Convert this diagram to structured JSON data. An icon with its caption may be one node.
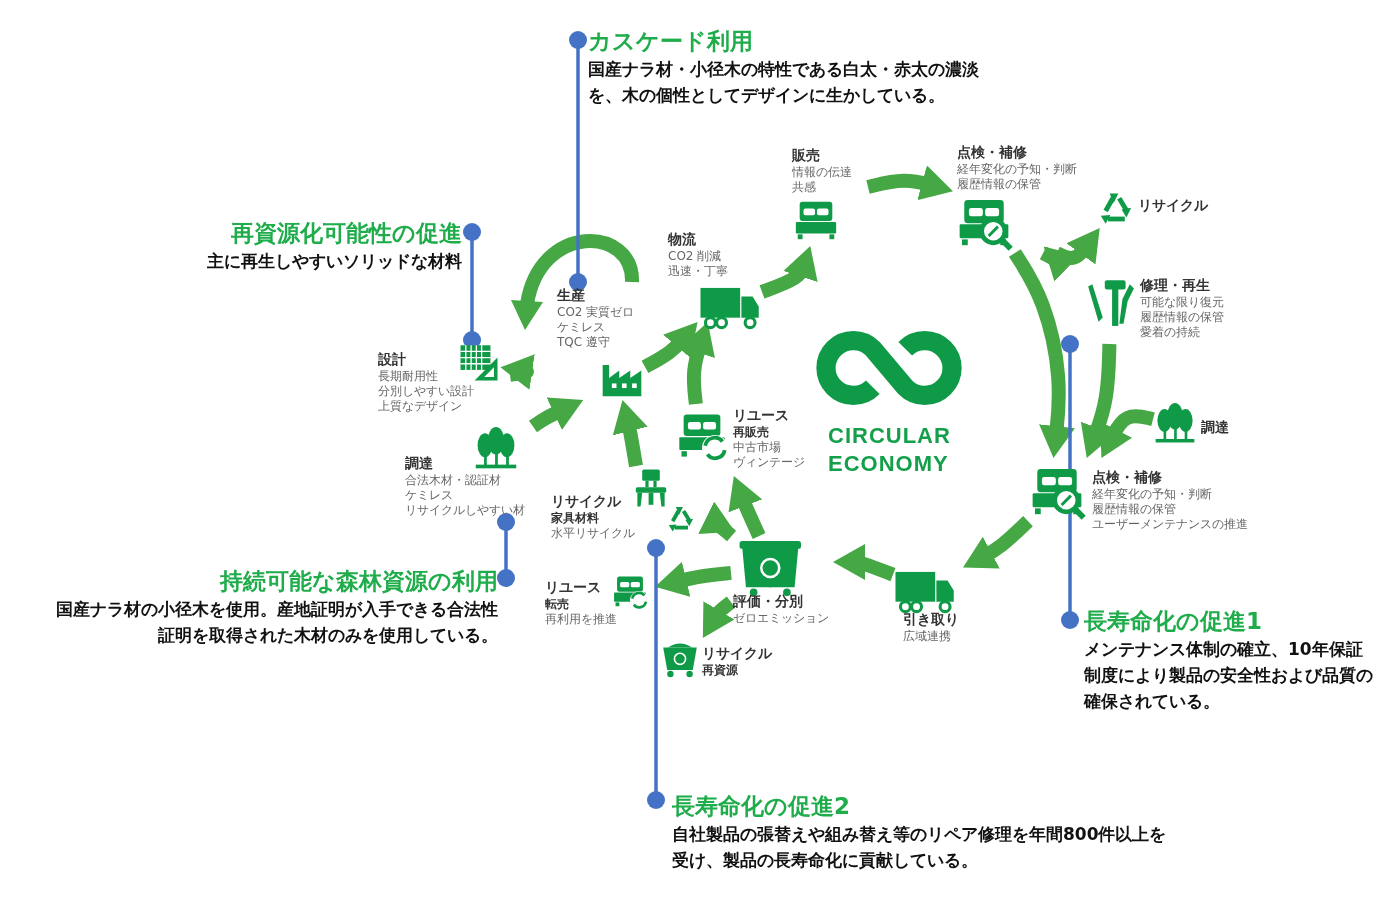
{
  "diagram": {
    "nodes": [
      {
        "text": [
          "カスケード利用",
          "国産ナラ材・小径木の特性である白太・赤太の濃淡を、木の個性としてデザインに生かしている。"
        ]
      },
      {
        "text": [
          "再資源化可能性の促進",
          "主に再生しやすいソリッドな材料"
        ]
      },
      {
        "text": [
          "持続可能な森林資源の利用",
          "国産ナラ材の小径木を使用。産地証明が入手できる合法性証明を取得された木材のみを使用している。"
        ]
      },
      {
        "text": [
          "長寿命化の促進1",
          "メンテナンス体制の確立、10年保証制度により製品の安全性および品質の確保されている。"
        ]
      },
      {
        "text": [
          "長寿命化の促進2",
          "自社製品の張替えや組み替え等のリペア修理を年間800件以上を受け、製品の長寿命化に貢献している。"
        ]
      },
      {
        "text": [
          "設計",
          "長期耐用性",
          "分別しやすい設計",
          "上質なデザイン"
        ]
      },
      {
        "text": [
          "調達",
          "合法木材・認証材",
          "ケミレス",
          "リサイクルしやすい材"
        ]
      },
      {
        "text": [
          "生産",
          "CO2 実質ゼロ",
          "ケミレス",
          "TQC 遵守"
        ]
      },
      {
        "text": [
          "物流",
          "CO2 削減",
          "迅速・丁寧"
        ]
      },
      {
        "text": [
          "販売",
          "情報の伝達",
          "共感"
        ]
      },
      {
        "text": [
          "点検・補修",
          "経年変化の予知・判断",
          "履歴情報の保管"
        ]
      },
      {
        "text": [
          "リサイクル"
        ]
      },
      {
        "text": [
          "修理・再生",
          "可能な限り復元",
          "履歴情報の保管",
          "愛着の持続"
        ]
      },
      {
        "text": [
          "調達"
        ]
      },
      {
        "text": [
          "点検・補修",
          "経年変化の予知・判断",
          "履歴情報の保管",
          "ユーザーメンテナンスの推進"
        ]
      },
      {
        "text": [
          "引き取り",
          "広域連携"
        ]
      },
      {
        "text": [
          "評価・分別",
          "ゼロエミッション"
        ]
      },
      {
        "text": [
          "リユース",
          "転売",
          "再利用を推進"
        ]
      },
      {
        "text": [
          "リサイクル",
          "再資源"
        ]
      },
      {
        "text": [
          "リサイクル",
          "家具材料",
          "水平リサイクル"
        ]
      },
      {
        "text": [
          "リユース",
          "再販売",
          "中古市場",
          "ヴィンテージ"
        ]
      },
      {
        "text": [
          "CIRCULAR ECONOMY"
        ]
      }
    ],
    "edges": [
      {
        "from": 5,
        "to": 7,
        "arrow": "to"
      },
      {
        "from": 6,
        "to": 7,
        "arrow": "to"
      },
      {
        "from": 7,
        "to": 8,
        "arrow": "to"
      },
      {
        "from": 8,
        "to": 9,
        "arrow": "to"
      },
      {
        "from": 9,
        "to": 10,
        "arrow": "to"
      },
      {
        "from": 10,
        "to": 11,
        "arrow": "to"
      },
      {
        "from": 10,
        "to": 12,
        "arrow": "to"
      },
      {
        "from": 10,
        "to": 14,
        "arrow": "to"
      },
      {
        "from": 12,
        "to": 14,
        "arrow": "to"
      },
      {
        "from": 13,
        "to": 14,
        "arrow": "to"
      },
      {
        "from": 14,
        "to": 15,
        "arrow": "to"
      },
      {
        "from": 15,
        "to": 16,
        "arrow": "to"
      },
      {
        "from": 16,
        "to": 20,
        "arrow": "to"
      },
      {
        "from": 16,
        "to": 19,
        "arrow": "to"
      },
      {
        "from": 16,
        "to": 17,
        "arrow": "to"
      },
      {
        "from": 16,
        "to": 18,
        "arrow": "to"
      },
      {
        "from": 20,
        "to": 8,
        "arrow": "to"
      },
      {
        "from": 19,
        "to": 7,
        "arrow": "to"
      },
      {
        "from": 0,
        "to": 7,
        "arrow": "other",
        "color": "#4472c4"
      },
      {
        "from": 1,
        "to": 5,
        "arrow": "other",
        "color": "#4472c4"
      },
      {
        "from": 2,
        "to": 6,
        "arrow": "other",
        "color": "#4472c4"
      },
      {
        "from": 3,
        "to": 12,
        "arrow": "other",
        "color": "#4472c4"
      },
      {
        "from": 4,
        "to": 19,
        "arrow": "other",
        "color": "#4472c4"
      }
    ]
  }
}
